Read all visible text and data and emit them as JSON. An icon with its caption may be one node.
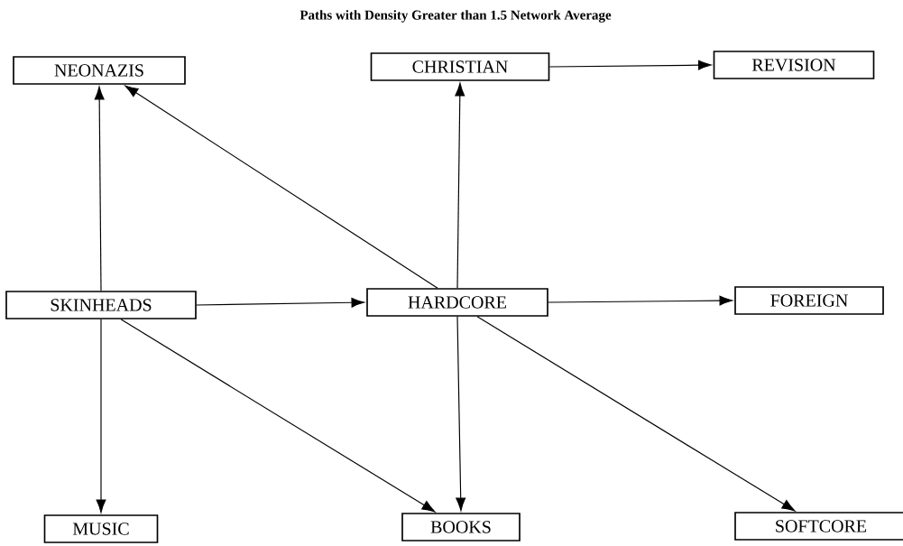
{
  "diagram": {
    "title": "Paths with Density Greater than 1.5 Network Average",
    "nodes": [
      {
        "text": [
          "NEONAZIS"
        ]
      },
      {
        "text": [
          "CHRISTIAN"
        ]
      },
      {
        "text": [
          "REVISION"
        ]
      },
      {
        "text": [
          "SKINHEADS"
        ]
      },
      {
        "text": [
          "HARDCORE"
        ]
      },
      {
        "text": [
          "FOREIGN"
        ]
      },
      {
        "text": [
          "MUSIC"
        ]
      },
      {
        "text": [
          "BOOKS"
        ]
      },
      {
        "text": [
          "SOFTCORE"
        ]
      }
    ],
    "edges": [
      {
        "from": 3,
        "to": 0,
        "arrow": "to"
      },
      {
        "from": 4,
        "to": 0,
        "arrow": "to"
      },
      {
        "from": 4,
        "to": 1,
        "arrow": "to"
      },
      {
        "from": 1,
        "to": 2,
        "arrow": "to"
      },
      {
        "from": 3,
        "to": 4,
        "arrow": "to"
      },
      {
        "from": 4,
        "to": 5,
        "arrow": "to"
      },
      {
        "from": 3,
        "to": 6,
        "arrow": "to"
      },
      {
        "from": 3,
        "to": 7,
        "arrow": "to"
      },
      {
        "from": 4,
        "to": 7,
        "arrow": "to"
      },
      {
        "from": 4,
        "to": 8,
        "arrow": "to"
      }
    ]
  }
}
